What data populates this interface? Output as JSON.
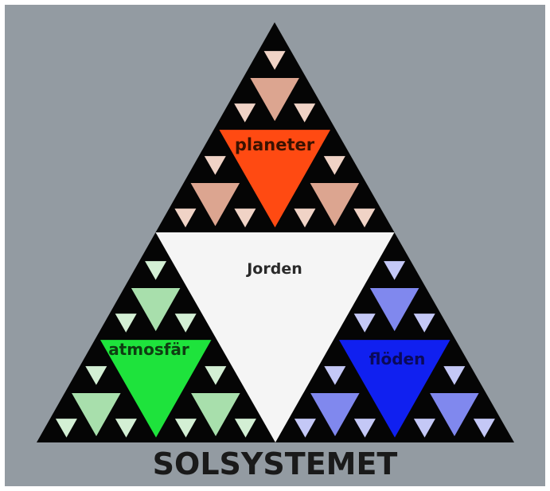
{
  "diagram": {
    "labels": {
      "top": "planeter",
      "center": "Jorden",
      "left": "atmosfär",
      "right": "flöden"
    },
    "footer": "SOLSYSTEMET"
  },
  "colors": {
    "background": "#939ba2",
    "frame_border": "#ffffff",
    "outline": "#050505",
    "center": "#f5f5f5",
    "top_main": "#ff4a12",
    "top_sub": "#dca590",
    "top_tiny": "#f0d3c6",
    "left_main": "#1ee33c",
    "left_sub": "#a8dfac",
    "left_tiny": "#d3efd4",
    "right_main": "#1020f0",
    "right_sub": "#8088ee",
    "right_tiny": "#c4c8f6",
    "label_dark": "#3a1200",
    "label_center": "#2a2a2a"
  }
}
